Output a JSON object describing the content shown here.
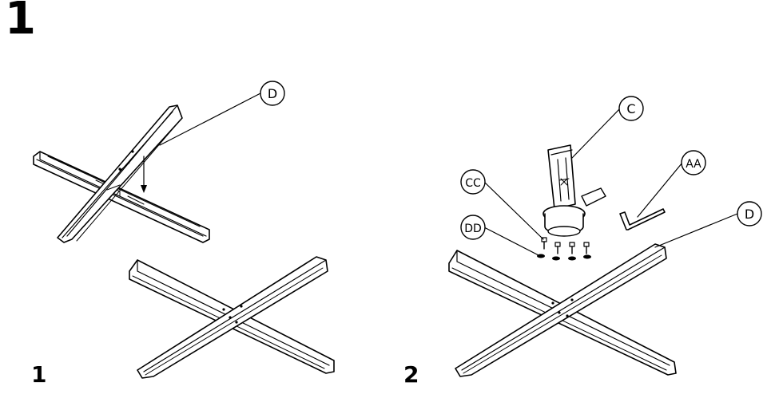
{
  "step": {
    "number": "1"
  },
  "panels": [
    {
      "label": "1",
      "parts": [
        {
          "letter": "D"
        }
      ]
    },
    {
      "label": "2",
      "parts": [
        {
          "letter": "C"
        },
        {
          "letter": "AA"
        },
        {
          "letter": "CC"
        },
        {
          "letter": "DD"
        },
        {
          "letter": "D"
        }
      ]
    }
  ],
  "colors": {
    "ink": "#000000",
    "paper": "#ffffff"
  }
}
